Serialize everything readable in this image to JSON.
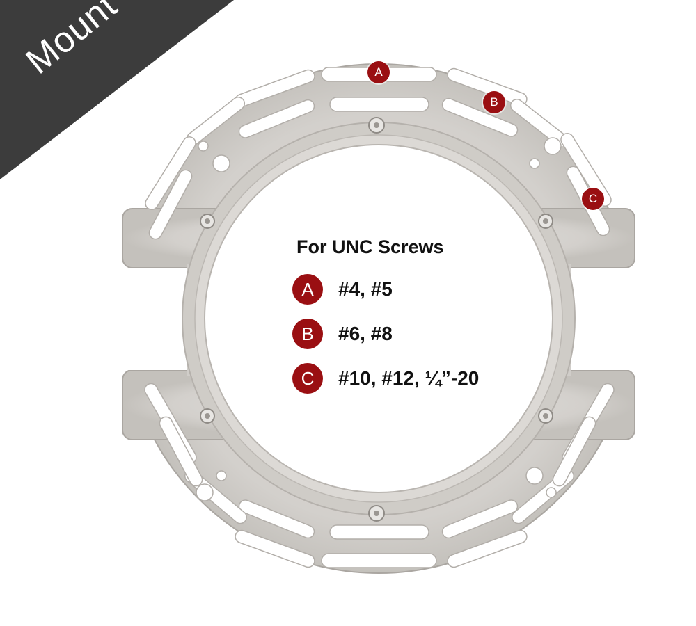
{
  "banner": {
    "label": "Mount"
  },
  "legend": {
    "title": "For UNC Screws",
    "items": [
      {
        "key": "A",
        "text": "#4, #5"
      },
      {
        "key": "B",
        "text": "#6, #8"
      },
      {
        "key": "C",
        "text": "#10, #12, ¼”-20"
      }
    ]
  },
  "markers": [
    "A",
    "B",
    "C"
  ],
  "colors": {
    "banner": "#3c3c3c",
    "badge": "#9a0f12",
    "plate": "#d2cfcb",
    "plate_edge": "#a9a5a0",
    "slot": "#ffffff"
  }
}
